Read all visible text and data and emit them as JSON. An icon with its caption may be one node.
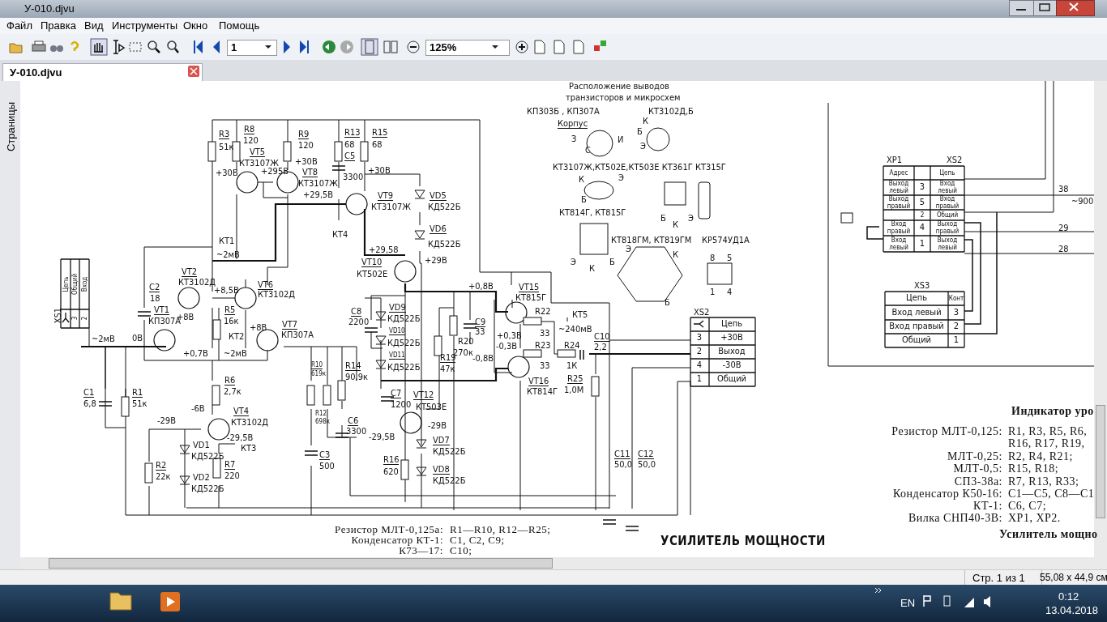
{
  "diagram": {
    "labels": [
      "У-010.djvu",
      "Файл",
      "Правка",
      "Вид",
      "Инструменты",
      "Окно",
      "Помощь",
      "1",
      "125%",
      "У-010.djvu",
      "Страницы",
      "Стр. 1 из 1",
      "55,08 x 44,9 см",
      "EN",
      "0:12",
      "13.04.2018",
      "Расположение выводов",
      "транзисторов и микросхем",
      "КП303Б , КП307А",
      "КТ3102Д,Б",
      "Корпус",
      "З",
      "С",
      "И",
      "К",
      "Б",
      "Э",
      "КТ3107Ж,КТ502Е,КТ503Е КТ361Г КТ315Г",
      "К",
      "Э",
      "Б",
      "КТ814Г, КТ815Г",
      "Б",
      "К",
      "Э",
      "Э",
      "К",
      "Б",
      "КТ818ГМ, КТ819ГМ",
      "КР574УД1А",
      "Э",
      "К",
      "Б",
      "8",
      "5",
      "1",
      "4",
      "R3",
      "51к",
      "R8",
      "120",
      "VT5",
      "КТ3107Ж",
      "+30В",
      "+295В",
      "R9",
      "120",
      "+30В",
      "VT8",
      "КТ3107Ж",
      "R13",
      "68",
      "R15",
      "68",
      "C5",
      "3300",
      "+30В",
      "+29,5В",
      "VT9",
      "КТ3107Ж",
      "КТ4",
      "VD5",
      "КД522Б",
      "VD6",
      "КД522Б",
      "КТ1",
      "~2мВ",
      "+29,58",
      "VT10",
      "+29В",
      "КТ502Е",
      "C2",
      "18",
      "VT2",
      "КТ3102Д",
      "+8,5В",
      "VT6",
      "КТ3102Д",
      "VT1",
      "КП307А",
      "+8В",
      "R5",
      "16к",
      "КТ2",
      "+8В",
      "VT7",
      "КП307А",
      "~2мВ",
      "0В",
      "+0,7В",
      "~2мВ",
      "C1",
      "6,8",
      "R1",
      "51к",
      "R6",
      "2,7к",
      "-6В",
      "-29В",
      "VT4",
      "КТ3102Д",
      "-29,5В",
      "КТ3",
      "VD1",
      "КД522Б",
      "R2",
      "22к",
      "VD2",
      "КД522Б",
      "R7",
      "220",
      "C8",
      "2200",
      "VD9",
      "КД522Б",
      "VD10",
      "КД522Б",
      "VD11",
      "КД522Б",
      "+0,8В",
      "C9",
      "33",
      "R20",
      "270к",
      "R19",
      "47к",
      "-0,8В",
      "VT15",
      "КТ815Г",
      "R22",
      "33",
      "КТ5",
      "~240мВ",
      "+0,3В",
      "-0,3В",
      "R23",
      "33",
      "R24",
      "1К",
      "C10",
      "2,2",
      "VT16",
      "КТ814Г",
      "R25",
      "1,0М",
      "R10",
      "619к",
      "R14",
      "90,9к",
      "R12",
      "698к",
      "C7",
      "1200",
      "VT12",
      "КТ503Е",
      "C6",
      "3300",
      "-29В",
      "-29,5В",
      "C3",
      "500",
      "VD7",
      "КД522Б",
      "R16",
      "620",
      "VD8",
      "КД522Б",
      "C11",
      "50,0",
      "C12",
      "50,0",
      "XS1",
      "Цепь",
      "Общий",
      "Вход",
      "3",
      "2",
      "XS2",
      "Цепь",
      "3",
      "+30В",
      "2",
      "Выход",
      "4",
      "-30В",
      "1",
      "Общий",
      "Резистор МЛТ-0,125а:",
      "R1—R10, R12—R25;",
      "Конденсатор КТ-1:",
      "C1, C2, C9;",
      "К73—17:",
      "C10;",
      "УСИЛИТЕЛЬ МОЩНОСТИ",
      "XP1",
      "XS2",
      "Адрес",
      "Цепь",
      "Выход левый",
      "3",
      "Вход левый",
      "Выход правый",
      "5",
      "Вход правый",
      "2",
      "Общий",
      "Вход правый",
      "4",
      "Выход правый",
      "Вход левый",
      "1",
      "Выход левый",
      "38",
      "~900",
      "29",
      "28",
      "XS3",
      "Цепь",
      "Конт",
      "Вход левый",
      "3",
      "Вход правый",
      "2",
      "Общий",
      "1",
      "Индикатор уро",
      "Резистор МЛТ-0,125:",
      "R1, R3, R5, R6,",
      "R16, R17, R19,",
      "МЛТ-0,25:",
      "R2, R4, R21;",
      "МЛТ-0,5:",
      "R15, R18;",
      "СП3-38а:",
      "R7, R13, R33;",
      "Конденсатор К50-16:",
      "C1—C5, C8—C1",
      "КТ-1:",
      "C6, C7;",
      "Вилка СНП40-3В:",
      "XP1, XP2.",
      "Усилитель мощно"
    ]
  }
}
